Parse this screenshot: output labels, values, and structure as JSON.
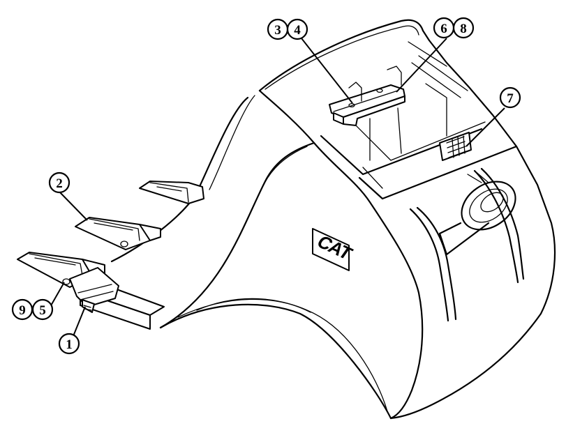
{
  "diagram": {
    "logo_text": "CAT",
    "callouts": [
      {
        "id": "c1",
        "label": "1"
      },
      {
        "id": "c2",
        "label": "2"
      },
      {
        "id": "c3",
        "label": "3"
      },
      {
        "id": "c4",
        "label": "4"
      },
      {
        "id": "c5",
        "label": "5"
      },
      {
        "id": "c6",
        "label": "6"
      },
      {
        "id": "c7",
        "label": "7"
      },
      {
        "id": "c8",
        "label": "8"
      },
      {
        "id": "c9",
        "label": "9"
      }
    ]
  }
}
